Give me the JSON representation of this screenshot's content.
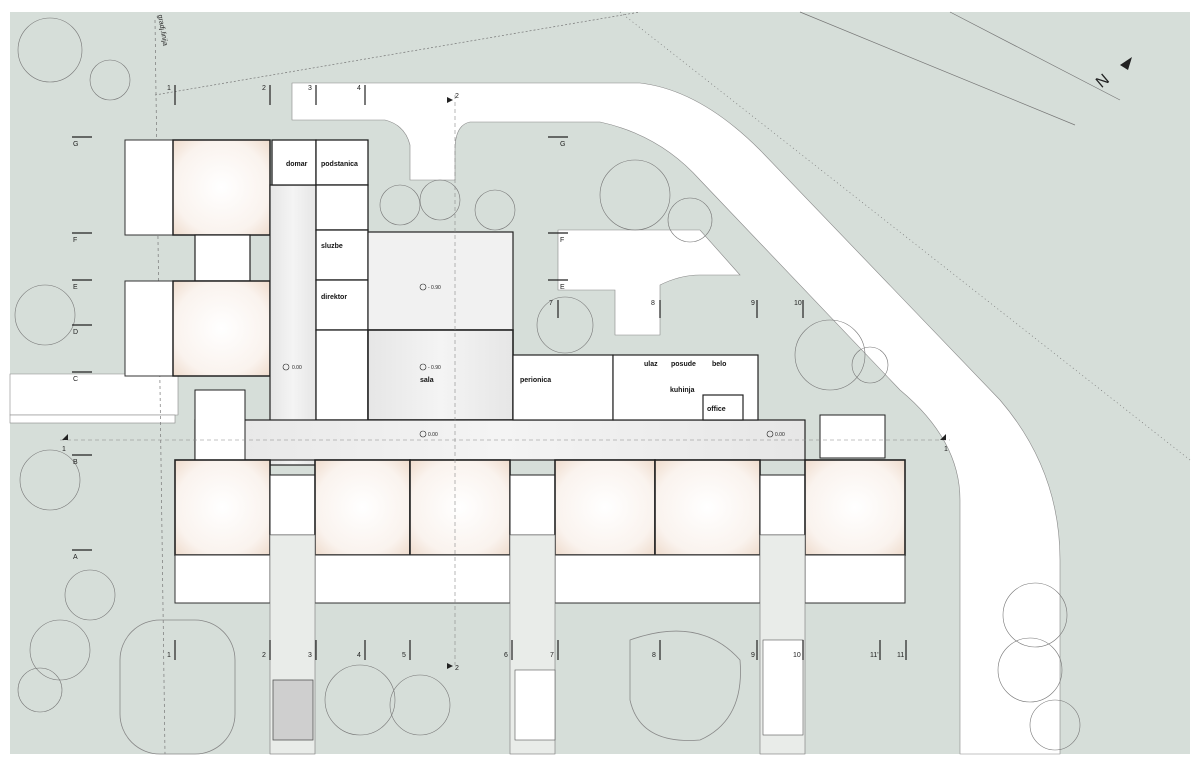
{
  "rooms": {
    "domar": "domar",
    "podstanica": "podstanica",
    "sluzbe": "sluzbe",
    "direktor": "direktor",
    "sala": "sala",
    "perionica": "perionica",
    "ulaz": "ulaz",
    "posude": "posude",
    "belo": "belo",
    "kuhinja": "kuhinja",
    "office": "office"
  },
  "levels": {
    "upper_hall": "- 0.90",
    "sala_level": "- 0.90",
    "corridor_west": "0.00",
    "corridor_mid": "0.00",
    "corridor_east": "0.00"
  },
  "grid_axes_top": [
    "1",
    "2",
    "3",
    "4",
    "7",
    "8",
    "9",
    "10"
  ],
  "grid_axes_bottom": [
    "1",
    "2",
    "3",
    "4",
    "5",
    "6",
    "7",
    "8",
    "9",
    "10",
    "11'",
    "11"
  ],
  "grid_rows_left": [
    "G",
    "F",
    "E",
    "D",
    "C",
    "B",
    "A"
  ],
  "grid_rows_mid": [
    "G",
    "F",
    "E"
  ],
  "section_marks": {
    "top": "2",
    "bottom": "2",
    "left": "1",
    "right": "1"
  },
  "building_line": "gradj.linija",
  "north_label": "N",
  "colors": {
    "site": "#d6ded9",
    "building_floor": "#ffffff",
    "corridor": "#e9e9e9",
    "wall": "#222222",
    "classroom_warm": "#f3e6dc",
    "road": "#ffffff"
  },
  "icons": [
    "north-arrow-icon",
    "section-marker-icon",
    "level-marker-icon",
    "tree-icon"
  ]
}
